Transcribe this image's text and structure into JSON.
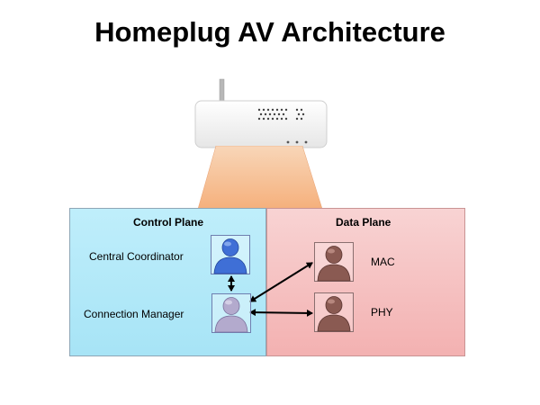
{
  "title": "Homeplug AV Architecture",
  "control_plane": {
    "title": "Control Plane",
    "nodes": [
      {
        "label": "Central Coordinator",
        "icon": "person-blue-icon"
      },
      {
        "label": "Connection Manager",
        "icon": "person-lavender-icon"
      }
    ]
  },
  "data_plane": {
    "title": "Data Plane",
    "nodes": [
      {
        "label": "MAC",
        "icon": "person-brown-icon"
      },
      {
        "label": "PHY",
        "icon": "person-brown-icon"
      }
    ]
  },
  "colors": {
    "control_plane_fill": "#a7e4f6",
    "data_plane_fill": "#f3b1b1",
    "beam": "#f7b98a",
    "central_coordinator": "#3f6fd6",
    "connection_manager": "#b3aacd",
    "data_nodes": "#8a5a52"
  }
}
